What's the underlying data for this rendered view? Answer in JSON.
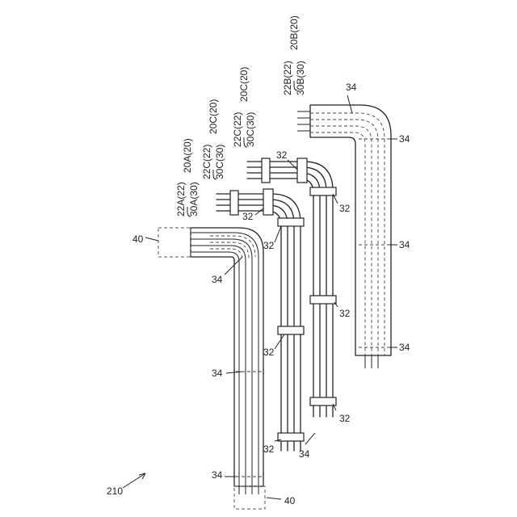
{
  "figure": {
    "ref_main": "210",
    "label_connector": "40",
    "label_clamp": "32",
    "label_protector": "34"
  },
  "harness_A": {
    "wire_label": "22A(22)",
    "tube_label": "30A(30)",
    "group_label": "20A(20)"
  },
  "harness_C1": {
    "wire_label": "22C(22)",
    "tube_label": "30C(30)",
    "group_label": "20C(20)"
  },
  "harness_C2": {
    "wire_label": "22C(22)",
    "tube_label": "30C(30)",
    "group_label": "20C(20)"
  },
  "harness_B": {
    "wire_label": "22B(22)",
    "tube_label": "30B(30)",
    "group_label": "20B(20)"
  }
}
